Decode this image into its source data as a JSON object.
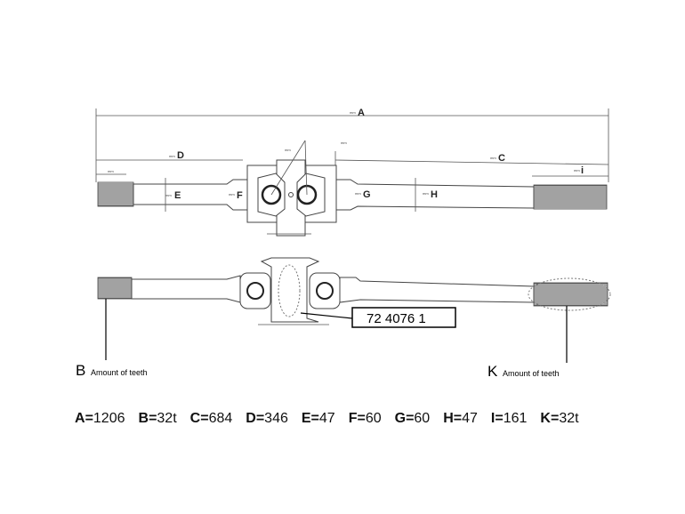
{
  "top_view": {
    "labels": {
      "A": "A",
      "C": "C",
      "D": "D",
      "E": "E",
      "F": "F",
      "G": "G",
      "H": "H",
      "I": "i"
    },
    "unit_mark": "mm"
  },
  "side_view": {
    "part_number": "72 4076 1",
    "callout_b_letter": "B",
    "callout_b_text": "Amount of teeth",
    "callout_k_letter": "K",
    "callout_k_text": "Amount of teeth"
  },
  "specs": [
    {
      "key": "A",
      "value": "1206"
    },
    {
      "key": "B",
      "value": "32t"
    },
    {
      "key": "C",
      "value": "684"
    },
    {
      "key": "D",
      "value": "346"
    },
    {
      "key": "E",
      "value": "47"
    },
    {
      "key": "F",
      "value": "60"
    },
    {
      "key": "G",
      "value": "60"
    },
    {
      "key": "H",
      "value": "47"
    },
    {
      "key": "I",
      "value": "161"
    },
    {
      "key": "K",
      "value": "32t"
    }
  ]
}
